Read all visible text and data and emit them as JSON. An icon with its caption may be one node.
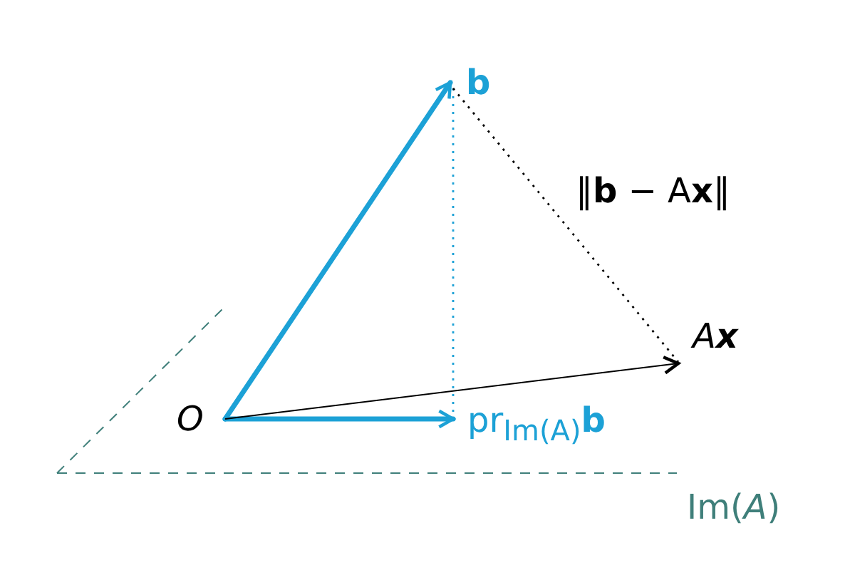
{
  "diagram": {
    "nodes": [
      {
        "text": [
          "*O*"
        ]
      },
      {
        "text": [
          "**b**"
        ]
      },
      {
        "text": [
          "A**x**"
        ]
      },
      {
        "text": [
          "pr$_{Im(A)}$**b**"
        ]
      }
    ],
    "edges": [
      {
        "from": 0,
        "to": 1,
        "arrow": "to",
        "style": "thick"
      },
      {
        "from": 0,
        "to": 3,
        "arrow": "to",
        "style": "thick"
      },
      {
        "from": 0,
        "to": 2,
        "arrow": "to",
        "color": "#000000"
      },
      {
        "from": 1,
        "to": 3,
        "arrow": "none",
        "style": "dashed"
      },
      {
        "from": 1,
        "to": 2,
        "arrow": "none",
        "style": "dashed",
        "color": "#000000",
        "label": "‖**b** − A**x**‖"
      }
    ],
    "labels": [
      "Im(*A*)"
    ]
  }
}
